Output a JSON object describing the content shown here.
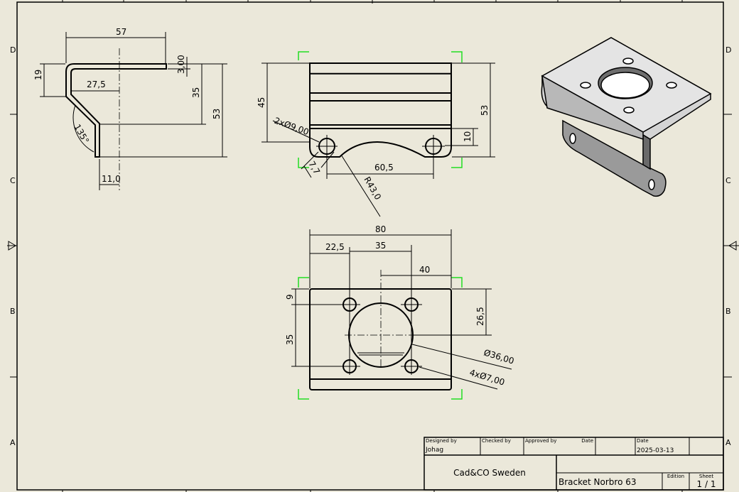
{
  "sheet": {
    "zones_left": [
      "D",
      "C",
      "B",
      "A"
    ],
    "zones_right": [
      "D",
      "C",
      "B",
      "A"
    ],
    "colors": {
      "background": "#ebe8da",
      "lines": "#000000",
      "view_corners": "#22dd22"
    }
  },
  "side_view": {
    "dims": {
      "width_57": "57",
      "height_19": "19",
      "offset_27_5": "27,5",
      "thickness": "3,00",
      "height_35": "35",
      "height_53": "53",
      "angle": "135°",
      "offset_11": "11,0"
    }
  },
  "front_view": {
    "dims": {
      "height_45": "45",
      "height_53": "53",
      "height_10": "10",
      "holes": "2xØ9,00",
      "dist_60_5": "60,5",
      "dist_7_7": "7,7",
      "radius": "R43,0"
    }
  },
  "top_view": {
    "dims": {
      "width_80": "80",
      "offset_22_5": "22,5",
      "spacing_35": "35",
      "center_40": "40",
      "edge_9": "9",
      "spacing_35_v": "35",
      "center_26_5": "26,5",
      "big_hole": "Ø36,00",
      "small_holes": "4xØ7,00"
    }
  },
  "title_block": {
    "designed_by_label": "Designed by",
    "designed_by": "Johag",
    "checked_by_label": "Checked by",
    "approved_by_label": "Approved by",
    "date_label_1": "Date",
    "date_label_2": "Date",
    "date": "2025-03-13",
    "company": "Cad&CO Sweden",
    "title": "Bracket Norbro 63",
    "edition_label": "Edition",
    "sheet_label": "Sheet",
    "sheet": "1 / 1"
  }
}
